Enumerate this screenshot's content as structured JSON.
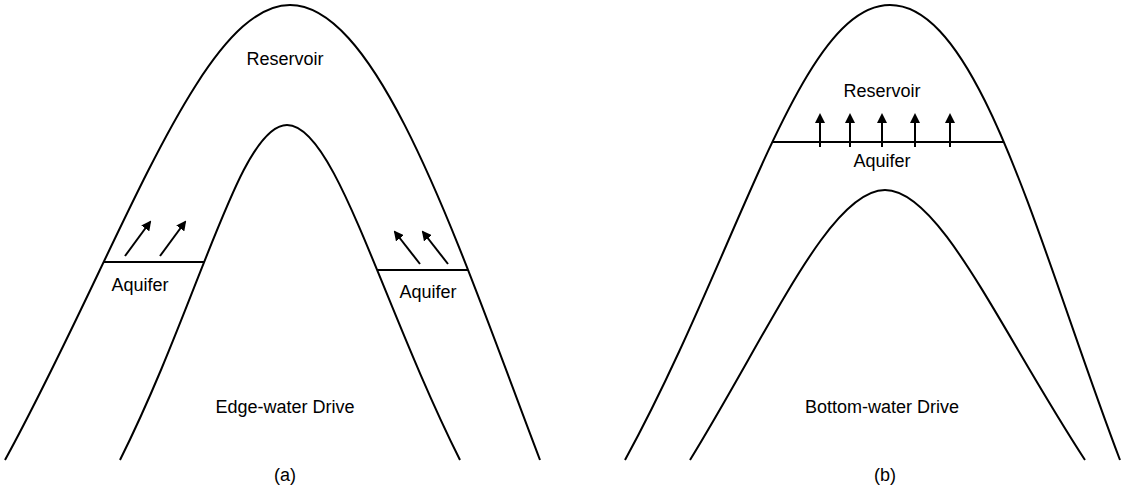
{
  "diagram": {
    "labels": [
      "Reservoir",
      "Aquifer",
      "Aquifer",
      "Edge-water Drive",
      "(a)",
      "Reservoir",
      "Aquifer",
      "Bottom-water Drive",
      "(b)"
    ]
  }
}
